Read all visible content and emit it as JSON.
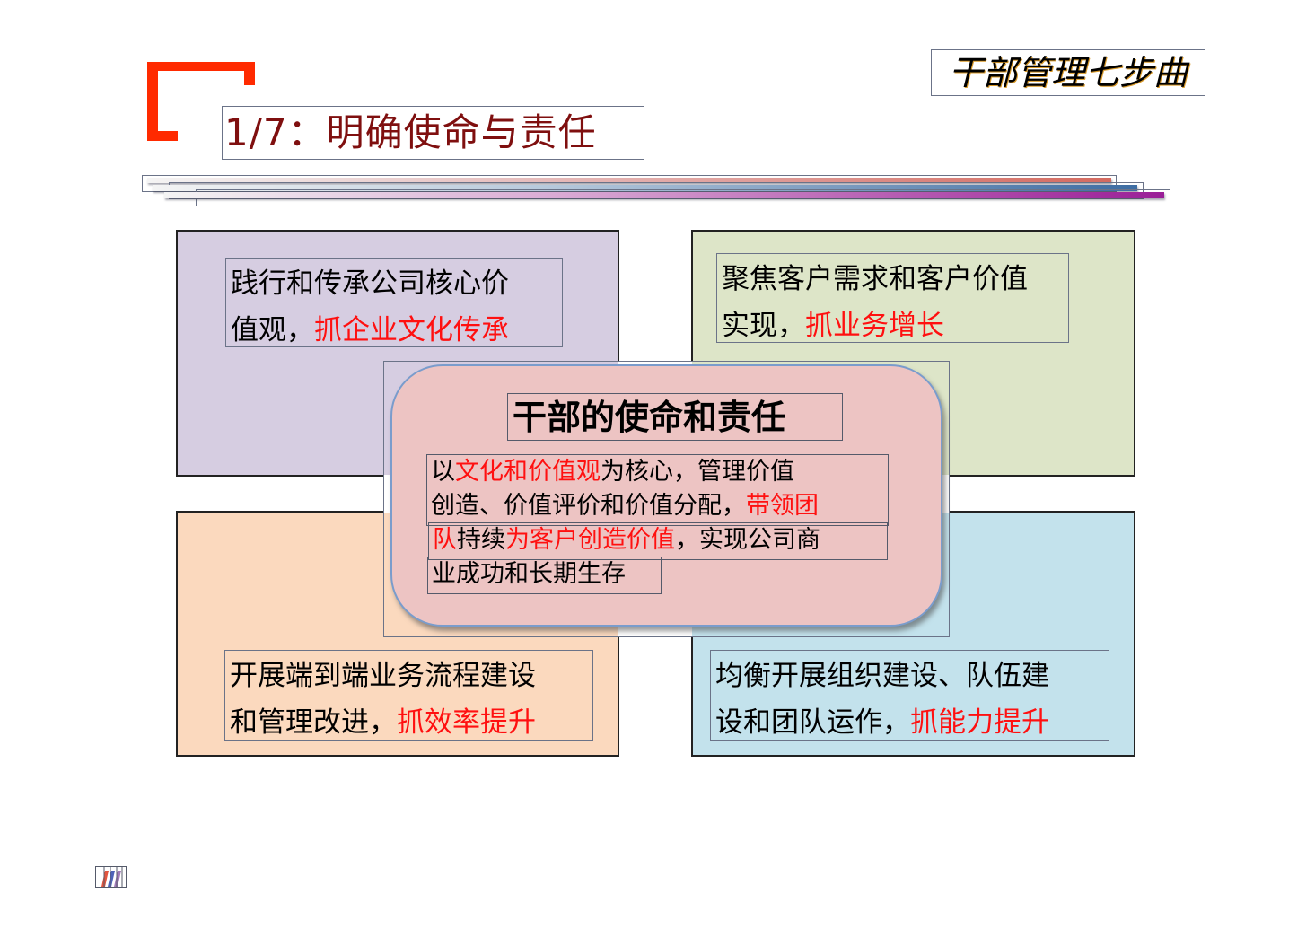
{
  "header": {
    "slide_title": "1/7：明确使命与责任",
    "series_title": "干部管理七步曲"
  },
  "decor": {
    "bracket_color": "#ff2a00",
    "bar_colors": [
      "#d46a60",
      "#3e6da3",
      "#9a1f97"
    ]
  },
  "quadrants": {
    "top_left": {
      "line1": "践行和传承公司核心价",
      "line2_black": "值观，",
      "line2_red": "抓企业文化传承",
      "bg": "#d6cde1"
    },
    "top_right": {
      "line1": "聚焦客户需求和客户价值",
      "line2_black": "实现，",
      "line2_red": "抓业务增长",
      "bg": "#dde5c8"
    },
    "bottom_left": {
      "line1": "开展端到端业务流程建设",
      "line2_black": "和管理改进，",
      "line2_red": "抓效率提升",
      "bg": "#fbd9be"
    },
    "bottom_right": {
      "line1": "均衡开展组织建设、队伍建",
      "line2_black": "设和团队运作，",
      "line2_red": "抓能力提升",
      "bg": "#c3e2ec"
    }
  },
  "center": {
    "title": "干部的使命和责任",
    "bg": "#edc4c3",
    "lines": [
      [
        {
          "t": "以",
          "red": false
        },
        {
          "t": "文化和价值观",
          "red": true
        },
        {
          "t": "为核心，管理价值",
          "red": false
        }
      ],
      [
        {
          "t": "创造、价值评价和价值分配，",
          "red": false
        },
        {
          "t": "带领团",
          "red": true
        }
      ],
      [
        {
          "t": "队",
          "red": true
        },
        {
          "t": "持续",
          "red": false
        },
        {
          "t": "为客户创造价值",
          "red": true
        },
        {
          "t": "，实现公司商",
          "red": false
        }
      ],
      [
        {
          "t": "业成功和长期生存",
          "red": false
        }
      ]
    ]
  },
  "footer": {
    "logo": "stripes-logo"
  }
}
